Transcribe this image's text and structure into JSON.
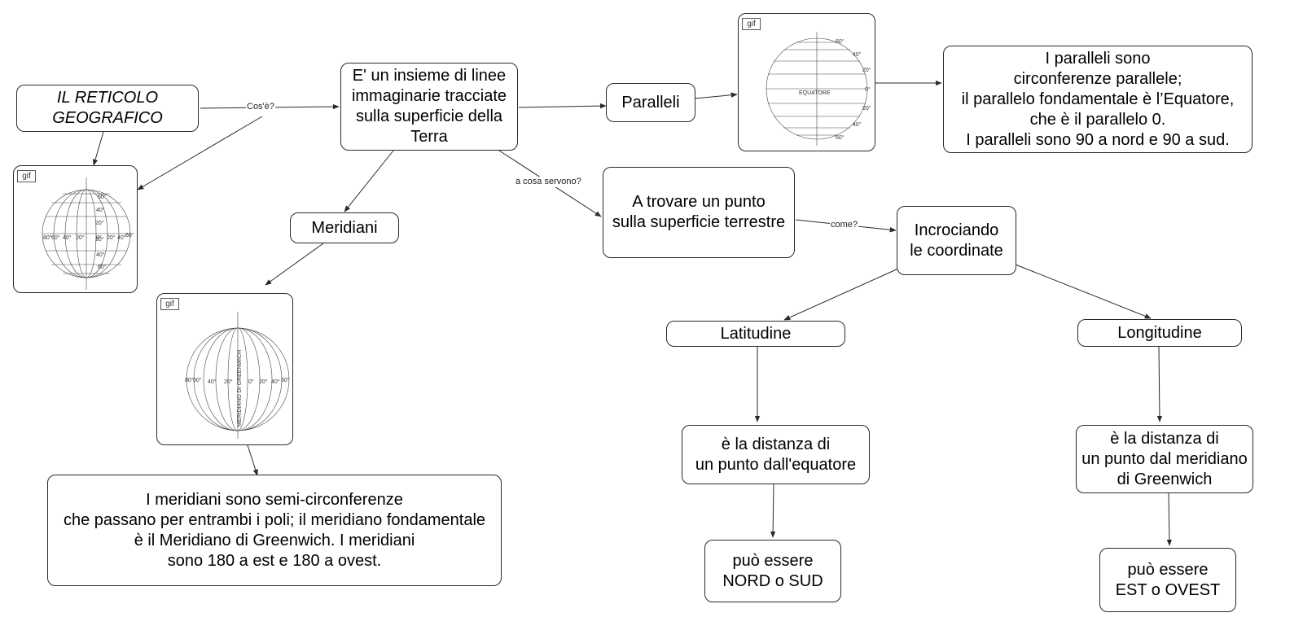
{
  "nodes": {
    "reticolo": "IL RETICOLO\nGEOGRAFICO",
    "insieme": "E' un insieme di linee\nimmaginarie tracciate\nsulla superficie della\nTerra",
    "paralleli": "Paralleli",
    "paralleli_desc": "I paralleli sono\ncirconferenze parallele;\nil parallelo fondamentale è l’Equatore,\nche è il parallelo 0.\nI paralleli sono 90 a nord e 90 a sud.",
    "meridiani": "Meridiani",
    "meridiani_desc": "I meridiani sono semi-circonferenze\nche passano per entrambi i poli; il meridiano fondamentale\nè il Meridiano di Greenwich. I meridiani\nsono 180 a est e 180 a ovest.",
    "trovare": "A trovare un punto\nsulla superficie terrestre",
    "incrociando": "Incrociando\nle coordinate",
    "latitudine": "Latitudine",
    "longitudine": "Longitudine",
    "lat_desc": "è la distanza di\nun punto dall'equatore",
    "lon_desc": "è la distanza di\nun punto dal meridiano\ndi Greenwich",
    "lat_val": "può essere\nNORD o SUD",
    "lon_val": "può essere\nEST o OVEST"
  },
  "link_labels": {
    "cose": "Cos'è?",
    "a_cosa": "a cosa servono?",
    "come": "come?"
  },
  "image_tags": {
    "grid": "gif",
    "paralleli": "gif",
    "meridiani": "gif"
  },
  "globe_labels": {
    "grid_lat": [
      "60°",
      "40°",
      "20°",
      "0°",
      "20°",
      "40°",
      "60°"
    ],
    "grid_lon": [
      "80°",
      "60°",
      "40°",
      "20°",
      "0°",
      "20°",
      "40°",
      "60°"
    ],
    "paralleli_lat": [
      "60°",
      "40°",
      "20°",
      "0°",
      "20°",
      "40°",
      "60°"
    ],
    "equatore": "EQUATORE",
    "meridiani_lon": [
      "80°",
      "60°",
      "40°",
      "20°",
      "0°",
      "20°",
      "40°",
      "60°"
    ],
    "greenwich": "MERIDIANO DI GREENWICH"
  },
  "colors": {
    "line": "#2a2a2a",
    "background": "#ffffff"
  }
}
